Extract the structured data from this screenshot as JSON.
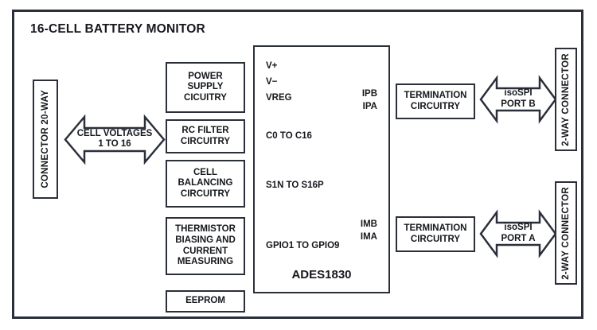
{
  "diagram": {
    "title": "16-CELL BATTERY MONITOR",
    "type": "block-diagram",
    "stroke_color": "#2b2f3a",
    "text_color": "#15171c",
    "background": "#ffffff"
  },
  "left_connector": {
    "label": "CONNECTOR 20-WAY"
  },
  "cell_arrow": {
    "line1": "CELL VOLTAGES",
    "line2": "1 TO 16",
    "style": "double-headed"
  },
  "front_end_blocks": [
    {
      "name": "power-supply",
      "lines": [
        "POWER",
        "SUPPLY",
        "CICUITRY"
      ]
    },
    {
      "name": "rc-filter",
      "lines": [
        "RC FILTER",
        "CIRCUITRY"
      ]
    },
    {
      "name": "cell-balancing",
      "lines": [
        "CELL",
        "BALANCING",
        "CIRCUITRY"
      ]
    },
    {
      "name": "thermistor",
      "lines": [
        "THERMISTOR",
        "BIASING AND",
        "CURRENT",
        "MEASURING"
      ]
    },
    {
      "name": "eeprom",
      "lines": [
        "EEPROM"
      ]
    }
  ],
  "ic": {
    "part_number": "ADES1830",
    "left_pins": [
      "V+",
      "V−",
      "VREG",
      "C0 TO C16",
      "S1N TO S16P",
      "GPIO1 TO GPIO9"
    ],
    "right_pins_top": [
      "IPB",
      "IPA"
    ],
    "right_pins_bottom": [
      "IMB",
      "IMA"
    ]
  },
  "port_b": {
    "termination": [
      "TERMINATION",
      "CIRCUITRY"
    ],
    "arrow_line1": "isoSPI",
    "arrow_line2": "PORT B",
    "connector": "2-WAY CONNECTOR"
  },
  "port_a": {
    "termination": [
      "TERMINATION",
      "CIRCUITRY"
    ],
    "arrow_line1": "isoSPI",
    "arrow_line2": "PORT A",
    "connector": "2-WAY CONNECTOR"
  }
}
